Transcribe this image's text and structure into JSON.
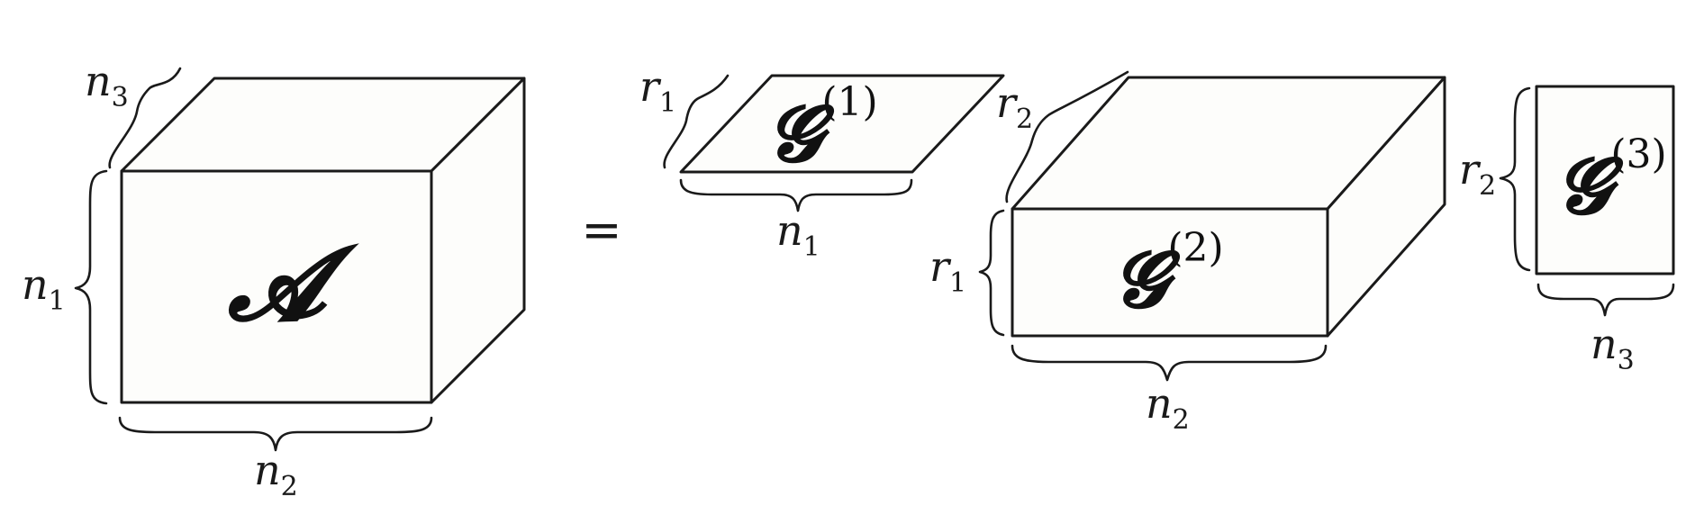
{
  "diagram": {
    "equals": "=",
    "tensor_A": {
      "symbol": "𝓐"
    },
    "core_G1": {
      "symbol": "𝓖",
      "superscript": "(1)"
    },
    "core_G2": {
      "symbol": "𝓖",
      "superscript": "(2)"
    },
    "core_G3": {
      "symbol": "𝓖",
      "superscript": "(3)"
    },
    "labels": {
      "A_n3": {
        "base": "n",
        "sub": "3"
      },
      "A_n1": {
        "base": "n",
        "sub": "1"
      },
      "A_n2": {
        "base": "n",
        "sub": "2"
      },
      "G1_r1": {
        "base": "r",
        "sub": "1"
      },
      "G1_n1": {
        "base": "n",
        "sub": "1"
      },
      "G2_r2": {
        "base": "r",
        "sub": "2"
      },
      "G2_r1": {
        "base": "r",
        "sub": "1"
      },
      "G2_n2": {
        "base": "n",
        "sub": "2"
      },
      "G3_r2": {
        "base": "r",
        "sub": "2"
      },
      "G3_n3": {
        "base": "n",
        "sub": "3"
      }
    }
  }
}
